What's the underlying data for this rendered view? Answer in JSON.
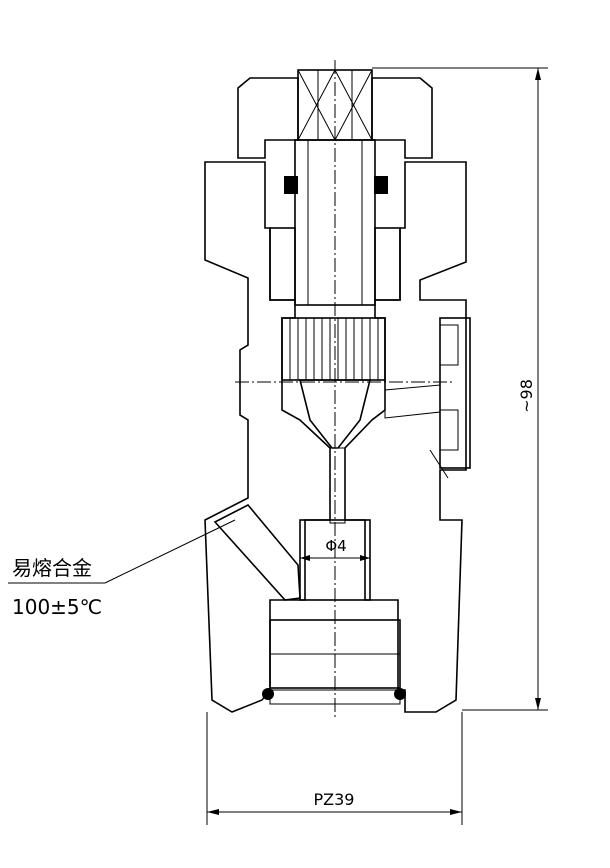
{
  "labels": {
    "material": "易熔合金",
    "temperature": "100±5℃",
    "bore_diameter": "Φ4",
    "height_dim": "~98",
    "thread_dim": "PZ39"
  },
  "colors": {
    "line": "#000000",
    "background": "#ffffff"
  }
}
